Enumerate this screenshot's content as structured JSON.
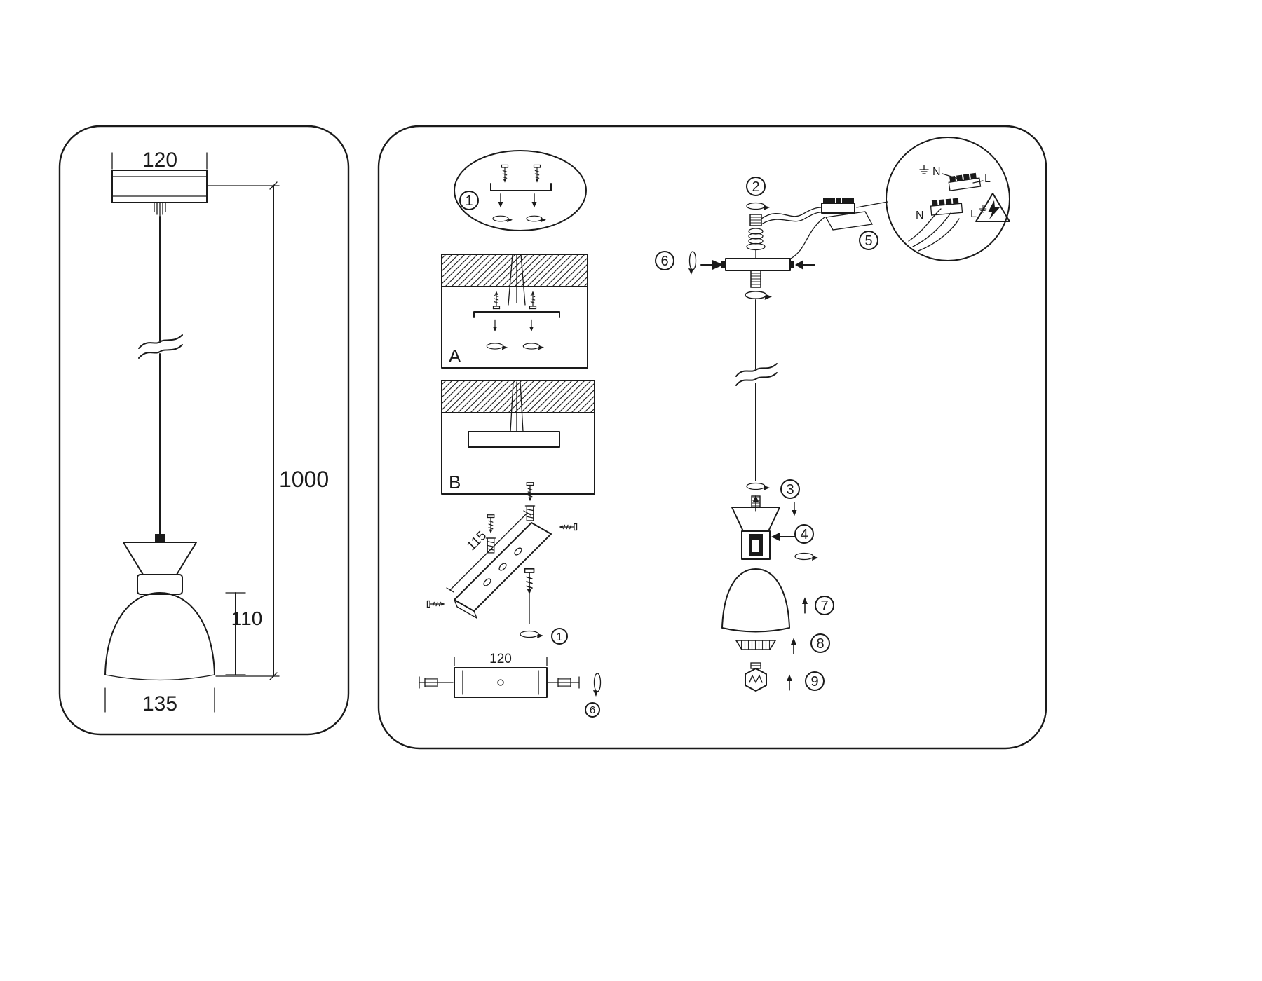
{
  "colors": {
    "line": "#1a1a1a",
    "background": "#ffffff"
  },
  "left_panel": {
    "dims": {
      "canopy_width": "120",
      "cable_length": "1000",
      "shade_height": "110",
      "shade_width": "135"
    }
  },
  "right_panel": {
    "sections": {
      "a": "A",
      "b": "B"
    },
    "dims": {
      "bracket_length": "115",
      "canopy_width": "120"
    },
    "steps": {
      "s1": "1",
      "s2": "2",
      "s3": "3",
      "s4": "4",
      "s5": "5",
      "s6": "6",
      "s7": "7",
      "s8": "8",
      "s9": "9"
    },
    "wiring": {
      "neutral": "N",
      "line": "L"
    }
  }
}
